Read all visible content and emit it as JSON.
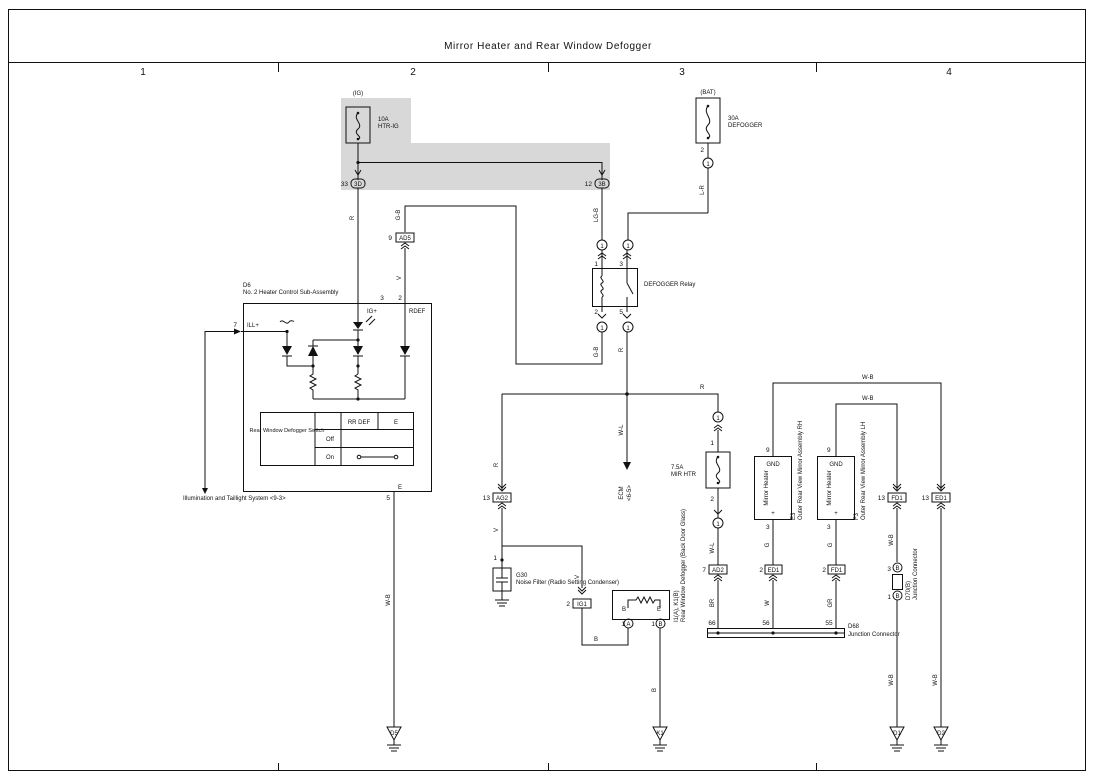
{
  "title": "Mirror Heater and Rear Window Defogger",
  "columns": [
    "1",
    "2",
    "3",
    "4"
  ],
  "fuse_ig": {
    "supply": "(IG)",
    "rating": "10A",
    "name": "HTR-IG"
  },
  "fuse_bat": {
    "supply": "(BAT)",
    "rating": "30A",
    "name": "DEFOGGER"
  },
  "fuse_mir": {
    "rating": "7.5A",
    "name": "MIR HTR"
  },
  "connectors": {
    "c3d": {
      "id": "3D",
      "pin": "33"
    },
    "c3b": {
      "id": "3B",
      "pin": "12"
    },
    "ad5": {
      "id": "AD5",
      "pin": "9"
    },
    "ag2": {
      "id": "AG2",
      "pin": "13"
    },
    "ig1": {
      "id": "IG1",
      "pin": "2"
    },
    "ad2": {
      "id": "AD2",
      "pin": "7"
    },
    "ed1a": {
      "id": "ED1",
      "pin": "2"
    },
    "fd1a": {
      "id": "FD1",
      "pin": "2"
    },
    "fd1b": {
      "id": "FD1",
      "pin": "13"
    },
    "ed1b": {
      "id": "ED1",
      "pin": "13"
    }
  },
  "switch": {
    "ref": "D6",
    "name": "No. 2 Heater Control Sub-Assembly",
    "pins": {
      "ill": "7",
      "ig": "3",
      "rdef": "2",
      "e": "5"
    },
    "terminals": {
      "ill": "ILL+",
      "ig": "IG+",
      "rdef": "RDEF",
      "e": "E"
    },
    "table_title": "Rear Window Defogger Switch",
    "table_cols": [
      "RR DEF",
      "E"
    ],
    "table_rows": [
      "Off",
      "On"
    ]
  },
  "illumination": "Illumination and Taillight System <9-3>",
  "relay": {
    "name": "DEFOGGER Relay",
    "pins": [
      "1",
      "3",
      "2",
      "5"
    ]
  },
  "ecm": {
    "name": "ECM",
    "ref": "<6-5>"
  },
  "noise_filter": {
    "ref": "G30",
    "name": "Noise Filter (Radio Setting Condenser)",
    "pin": "1"
  },
  "defogger": {
    "ref": "I1(A), K1(B)",
    "name": "Rear Window Defogger (Back Door Glass)",
    "pin_b": "B",
    "pin_e": "E",
    "conn_a": "A",
    "conn_b": "B",
    "pin_num_a": "1",
    "pin_num_b": "1"
  },
  "mirror_rh": {
    "ref": "E3",
    "name": "Outer Rear View Mirror Assembly RH",
    "inner": "Mirror Heater",
    "gnd": "GND",
    "plus": "+",
    "pin_gnd": "9",
    "pin_plus": "3"
  },
  "mirror_lh": {
    "ref": "F3",
    "name": "Outer Rear View Mirror Assembly LH",
    "inner": "Mirror Heater",
    "gnd": "GND",
    "plus": "+",
    "pin_gnd": "9",
    "pin_plus": "3"
  },
  "junction_d68": {
    "ref": "D68",
    "name": "Junction Connector",
    "pins": [
      "66",
      "56",
      "55"
    ]
  },
  "junction_d70": {
    "ref": "D70(B)",
    "name": "Junction Connector",
    "pins": [
      "3",
      "1"
    ],
    "conn": "B"
  },
  "grounds": [
    "D5",
    "K1",
    "D1",
    "D2"
  ],
  "wires": {
    "r": "R",
    "gb": "G-B",
    "lgb": "LG-B",
    "lr": "L-R",
    "v": "V",
    "wl": "W-L",
    "wb": "W-B",
    "b": "B",
    "br": "BR",
    "g": "G",
    "w": "W",
    "gr": "GR"
  },
  "splice_pins": {
    "one": "1",
    "two": "2"
  }
}
